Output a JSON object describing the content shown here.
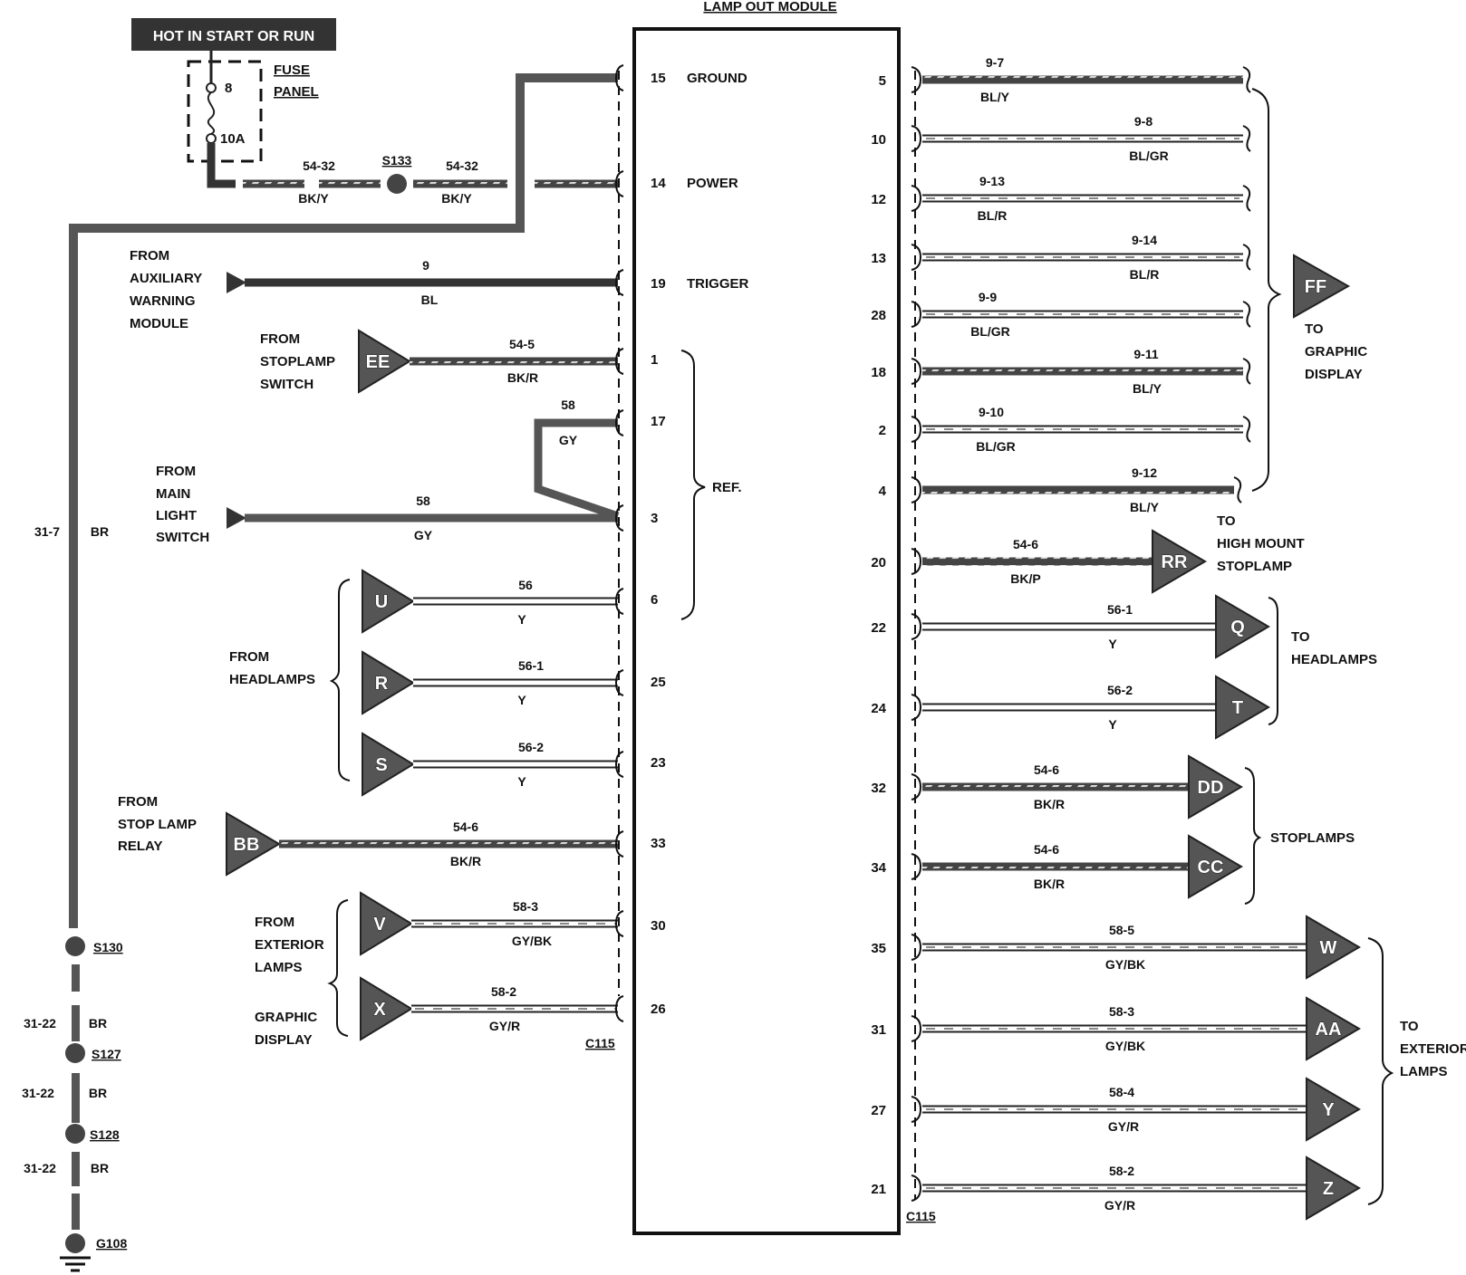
{
  "title": "LAMP OUT MODULE",
  "power_label": "HOT IN START OR RUN",
  "fuse": {
    "label_line1": "FUSE",
    "label_line2": "PANEL",
    "number": "8",
    "rating": "10A"
  },
  "splice_top": {
    "id": "S133",
    "left_code": "54-32",
    "left_color": "BK/Y",
    "right_code": "54-32",
    "right_color": "BK/Y"
  },
  "connectors": {
    "left": "C115",
    "right": "C115"
  },
  "ground_wire": {
    "code": "31-7",
    "color": "BR"
  },
  "ground_chain": [
    {
      "splice": "S130",
      "code": "31-22",
      "color": "BR"
    },
    {
      "splice": "S127",
      "code": "31-22",
      "color": "BR"
    },
    {
      "splice": "S128",
      "code": "31-22",
      "color": "BR"
    }
  ],
  "ground_id": "G108",
  "module_pins_left": [
    {
      "pin": "15",
      "name": "GROUND"
    },
    {
      "pin": "14",
      "name": "POWER"
    },
    {
      "pin": "19",
      "name": "TRIGGER"
    },
    {
      "pin": "1",
      "name": ""
    },
    {
      "pin": "17",
      "name": ""
    },
    {
      "pin": "3",
      "name": ""
    },
    {
      "pin": "6",
      "name": ""
    },
    {
      "pin": "25",
      "name": ""
    },
    {
      "pin": "23",
      "name": ""
    },
    {
      "pin": "33",
      "name": ""
    },
    {
      "pin": "30",
      "name": ""
    },
    {
      "pin": "26",
      "name": ""
    }
  ],
  "ref_label": "REF.",
  "left_inputs": [
    {
      "source": [
        "FROM",
        "AUXILIARY",
        "WARNING",
        "MODULE"
      ],
      "code": "9",
      "color": "BL",
      "pin": "19"
    },
    {
      "source": [
        "FROM",
        "STOPLAMP",
        "SWITCH"
      ],
      "tag": "EE",
      "code": "54-5",
      "color": "BK/R",
      "pin": "1"
    },
    {
      "source": [],
      "code": "58",
      "color": "GY",
      "pin": "17"
    },
    {
      "source": [
        "FROM",
        "MAIN",
        "LIGHT",
        "SWITCH"
      ],
      "code": "58",
      "color": "GY",
      "pin": "3"
    },
    {
      "tag": "U",
      "code": "56",
      "color": "Y",
      "pin": "6"
    },
    {
      "tag": "R",
      "code": "56-1",
      "color": "Y",
      "pin": "25"
    },
    {
      "tag": "S",
      "code": "56-2",
      "color": "Y",
      "pin": "23"
    },
    {
      "source": [
        "FROM",
        "STOP LAMP",
        "RELAY"
      ],
      "tag": "BB",
      "code": "54-6",
      "color": "BK/R",
      "pin": "33"
    },
    {
      "tag": "V",
      "code": "58-3",
      "color": "GY/BK",
      "pin": "30"
    },
    {
      "tag": "X",
      "code": "58-2",
      "color": "GY/R",
      "pin": "26"
    }
  ],
  "headlamps_from": [
    "FROM",
    "HEADLAMPS"
  ],
  "exterior_from": [
    "FROM",
    "EXTERIOR",
    "LAMPS"
  ],
  "graphic_from": [
    "GRAPHIC",
    "DISPLAY"
  ],
  "right_outputs": [
    {
      "pin": "5",
      "code": "9-7",
      "color": "BL/Y"
    },
    {
      "pin": "10",
      "code": "9-8",
      "color": "BL/GR"
    },
    {
      "pin": "12",
      "code": "9-13",
      "color": "BL/R"
    },
    {
      "pin": "13",
      "code": "9-14",
      "color": "BL/R"
    },
    {
      "pin": "28",
      "code": "9-9",
      "color": "BL/GR"
    },
    {
      "pin": "18",
      "code": "9-11",
      "color": "BL/Y"
    },
    {
      "pin": "2",
      "code": "9-10",
      "color": "BL/GR"
    },
    {
      "pin": "4",
      "code": "9-12",
      "color": "BL/Y"
    },
    {
      "pin": "20",
      "code": "54-6",
      "color": "BK/P",
      "tag": "RR"
    },
    {
      "pin": "22",
      "code": "56-1",
      "color": "Y",
      "tag": "Q"
    },
    {
      "pin": "24",
      "code": "56-2",
      "color": "Y",
      "tag": "T"
    },
    {
      "pin": "32",
      "code": "54-6",
      "color": "BK/R",
      "tag": "DD"
    },
    {
      "pin": "34",
      "code": "54-6",
      "color": "BK/R",
      "tag": "CC"
    },
    {
      "pin": "35",
      "code": "58-5",
      "color": "GY/BK",
      "tag": "W"
    },
    {
      "pin": "31",
      "code": "58-3",
      "color": "GY/BK",
      "tag": "AA"
    },
    {
      "pin": "27",
      "code": "58-4",
      "color": "GY/R",
      "tag": "Y"
    },
    {
      "pin": "21",
      "code": "58-2",
      "color": "GY/R",
      "tag": "Z"
    }
  ],
  "graphic_display_tag": "FF",
  "graphic_display_to": [
    "TO",
    "GRAPHIC",
    "DISPLAY"
  ],
  "highmount_to": [
    "TO",
    "HIGH MOUNT",
    "STOPLAMP"
  ],
  "headlamps_to": [
    "TO",
    "HEADLAMPS"
  ],
  "stoplamps_label": "STOPLAMPS",
  "exterior_to": [
    "TO",
    "EXTERIOR",
    "LAMPS"
  ]
}
